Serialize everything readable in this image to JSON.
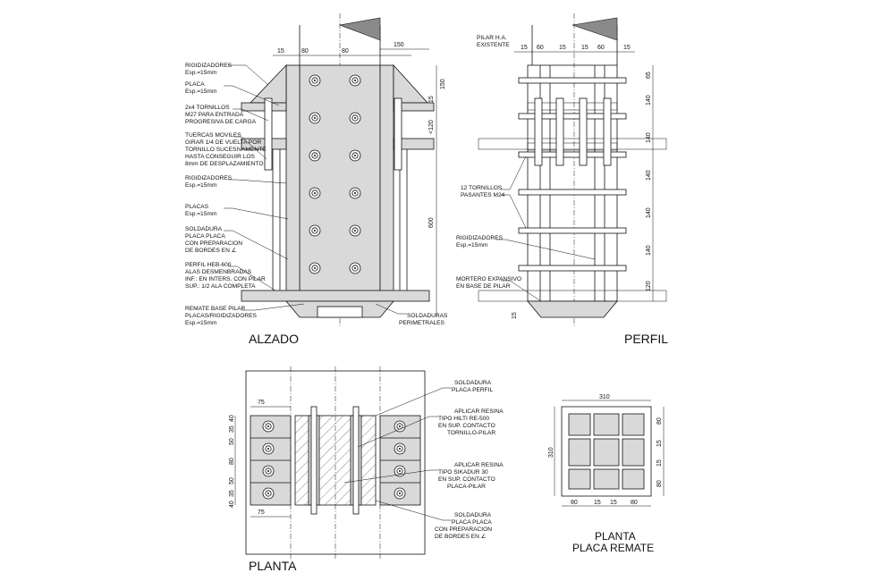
{
  "views": {
    "alzado": "ALZADO",
    "perfil": "PERFIL",
    "planta": "PLANTA",
    "planta_remate_1": "PLANTA",
    "planta_remate_2": "PLACA REMATE"
  },
  "alzado_notes": {
    "n1a": "RIGIDIZADORES",
    "n1b": "Esp.=15mm",
    "n2a": "PLACA",
    "n2b": "Esp.=15mm",
    "n3a": "2x4 TORNILLOS",
    "n3b": "M27 PARA ENTRADA",
    "n3c": "PROGRESIVA DE CARGA",
    "n4a": "TUERCAS MOVILES",
    "n4b": "GIRAR 1/4 DE VUELTA POR",
    "n4c": "TORNILLO SUCESIVAMENTE",
    "n4d": "HASTA CONSEGUIR LOS",
    "n4e": "8mm DE DESPLAZAMIENTO",
    "n5a": "RIGIDIZADORES",
    "n5b": "Esp.=15mm",
    "n6a": "PLACAS",
    "n6b": "Esp.=15mm",
    "n7a": "SOLDADURA",
    "n7b": "PLACA PLACA",
    "n7c": "CON PREPARACION",
    "n7d": "DE BORDES EN ∠",
    "n8a": "PERFIL HEB-600",
    "n8b": "ALAS DESMENBRADAS",
    "n8c": "INF.: EN INTERS. CON PILAR",
    "n8d": "SUP.: 1/2 ALA COMPLETA",
    "n9a": "REMATE BASE PILAR",
    "n9b": "PLACAS/RIGIDIZADORES",
    "n9c": "Esp.=15mm",
    "n10a": "SOLDADURAS",
    "n10b": "PERIMETRALES"
  },
  "alzado_dims": {
    "d15": "15",
    "d80a": "80",
    "d80b": "80",
    "d150a": "150",
    "d150b": "150",
    "d15b": "15",
    "d120": "<120",
    "d600": "600"
  },
  "perfil_notes": {
    "p1a": "PILAR H.A.",
    "p1b": "EXISTENTE",
    "p2a": "12 TORNILLOS",
    "p2b": "PASANTES M24",
    "p3a": "RIGIDIZADORES",
    "p3b": "Esp.=15mm",
    "p4a": "MORTERO EXPANSIVO",
    "p4b": "EN BASE DE PILAR"
  },
  "perfil_dims": {
    "top": [
      "15",
      "60",
      "15",
      "15",
      "60",
      "15"
    ],
    "right": [
      "65",
      "140",
      "140",
      "140",
      "140",
      "140",
      "120"
    ],
    "bottom": "15"
  },
  "planta_notes": {
    "q1a": "SOLDADURA",
    "q1b": "PLACA PERFIL",
    "q2a": "APLICAR RESINA",
    "q2b": "TIPO HILTI RE-500",
    "q2c": "EN SUP. CONTACTO",
    "q2d": "TORNILLO-PILAR",
    "q3a": "APLICAR RESINA",
    "q3b": "TIPO SIKADUR 30",
    "q3c": "EN SUP. CONTACTO",
    "q3d": "PLACA-PILAR",
    "q4a": "SOLDADURA",
    "q4b": "PLACA PLACA",
    "q4c": "CON PREPARACION",
    "q4d": "DE BORDES EN ∠"
  },
  "planta_dims": {
    "top75": "75",
    "bot75": "75",
    "left": [
      "40",
      "35",
      "50",
      "80",
      "50",
      "35",
      "40"
    ]
  },
  "remate_dims": {
    "width": "310",
    "height": "310",
    "bottom": [
      "80",
      "15",
      "15",
      "80"
    ],
    "right": [
      "80",
      "15",
      "15",
      "80"
    ]
  }
}
